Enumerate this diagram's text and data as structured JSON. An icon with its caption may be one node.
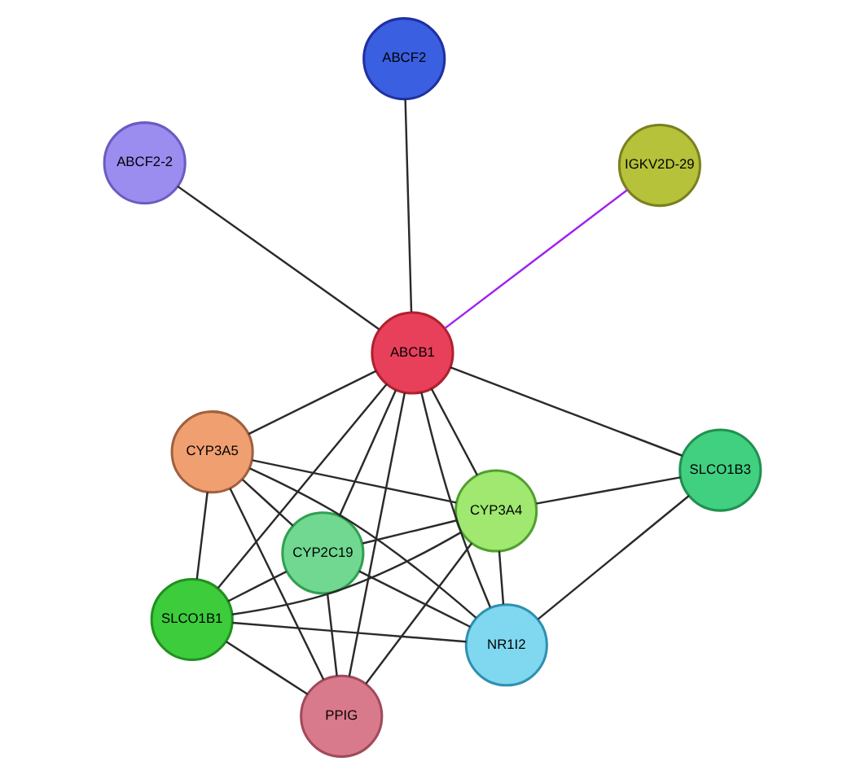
{
  "diagram": {
    "nodes": [
      {
        "text": [
          "ABCF2-2"
        ]
      },
      {
        "text": [
          "IGKV2D-29"
        ]
      },
      {
        "text": [
          "PPIG"
        ]
      },
      {
        "text": [
          "ABCB1"
        ]
      },
      {
        "text": [
          "ABCF2"
        ]
      },
      {
        "text": [
          "CYP3A5"
        ]
      },
      {
        "text": [
          "SLCO1B1"
        ]
      },
      {
        "text": [
          "CYP3A4"
        ]
      },
      {
        "text": [
          "CYP2C19"
        ]
      },
      {
        "text": [
          "NR1I2"
        ]
      },
      {
        "text": [
          "SLCO1B3"
        ]
      }
    ],
    "edges": [
      {
        "from": 3,
        "to": 0,
        "arrow": "none"
      },
      {
        "from": 3,
        "to": 1,
        "arrow": "none",
        "color": "#a020f0"
      },
      {
        "from": 3,
        "to": 4,
        "arrow": "none"
      },
      {
        "from": 3,
        "to": 2,
        "arrow": "none"
      },
      {
        "from": 3,
        "to": 5,
        "arrow": "none"
      },
      {
        "from": 3,
        "to": 6,
        "arrow": "none"
      },
      {
        "from": 3,
        "to": 7,
        "arrow": "none"
      },
      {
        "from": 3,
        "to": 8,
        "arrow": "none"
      },
      {
        "from": 3,
        "to": 9,
        "arrow": "none"
      },
      {
        "from": 3,
        "to": 10,
        "arrow": "none"
      },
      {
        "from": 2,
        "to": 5,
        "arrow": "none"
      },
      {
        "from": 2,
        "to": 6,
        "arrow": "none"
      },
      {
        "from": 2,
        "to": 8,
        "arrow": "none"
      },
      {
        "from": 2,
        "to": 7,
        "arrow": "none"
      },
      {
        "from": 5,
        "to": 6,
        "arrow": "none"
      },
      {
        "from": 5,
        "to": 7,
        "arrow": "none"
      },
      {
        "from": 5,
        "to": 8,
        "arrow": "none"
      },
      {
        "from": 5,
        "to": 9,
        "arrow": "none"
      },
      {
        "from": 6,
        "to": 7,
        "arrow": "none"
      },
      {
        "from": 6,
        "to": 8,
        "arrow": "none"
      },
      {
        "from": 6,
        "to": 9,
        "arrow": "none"
      },
      {
        "from": 7,
        "to": 8,
        "arrow": "none"
      },
      {
        "from": 7,
        "to": 9,
        "arrow": "none"
      },
      {
        "from": 7,
        "to": 10,
        "arrow": "none"
      },
      {
        "from": 8,
        "to": 9,
        "arrow": "none"
      },
      {
        "from": 9,
        "to": 10,
        "arrow": "none"
      }
    ]
  }
}
